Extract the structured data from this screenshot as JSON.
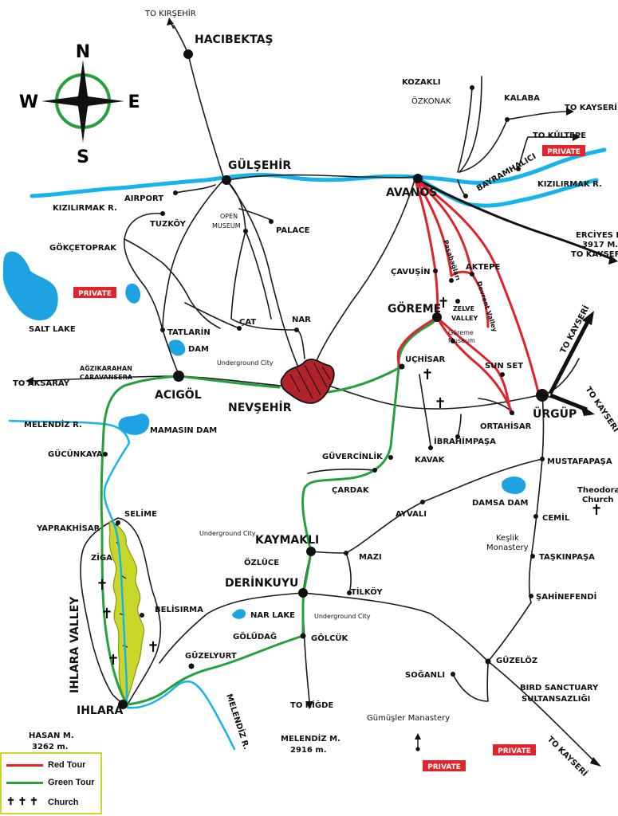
{
  "compass": {
    "n": "N",
    "s": "S",
    "e": "E",
    "w": "W"
  },
  "colors": {
    "red_tour": "#e0222a",
    "green_tour": "#27a03c",
    "river": "#16b4ea",
    "valley": "#c9d62a",
    "city_fill": "#b0232b"
  },
  "labels": {
    "to_kirsehir": "TO KIRŞEHİR",
    "hacibektas": "HACIBEKTAŞ",
    "kozakli": "KOZAKLI",
    "ozkonak": "ÖZKONAK",
    "kalaba": "KALABA",
    "to_kayseri_1": "TO KAYSERİ",
    "to_kultepe": "TO KÜLTEPE",
    "gulsehir": "GÜLŞEHİR",
    "avanos": "AVANOS",
    "bayramhalici": "BAYRAMHALICI",
    "kizilirmak_west": "KIZILIRMAK R.",
    "kizilirmak_east": "KIZILIRMAK R.",
    "airport": "AIRPORT",
    "tuzkoy": "TUZKÖY",
    "open_museum_1": "OPEN",
    "open_museum_2": "MUSEUM",
    "palace": "PALACE",
    "gokcetoprak": "GÖKÇETOPRAK",
    "erciyes_1": "ERCİYES M.",
    "erciyes_2": "3917 M.",
    "to_kayseri_2": "TO KAYSERİ",
    "cavusin": "ÇAVUŞİN",
    "pasabaglari": "Paşabağları",
    "aktepe": "AKTEPE",
    "devrent": "Devrent Valley",
    "zelve_1": "ZELVE",
    "zelve_2": "VALLEY",
    "goreme": "GÖREME",
    "goreme_museum_1": "Göreme",
    "goreme_museum_2": "Museum",
    "salt_lake": "SALT LAKE",
    "tatlarin": "TATLARİN",
    "dam": "DAM",
    "cat": "ÇAT",
    "nar": "NAR",
    "underground_city_1": "Underground City",
    "to_aksaray": "TO AKSARAY",
    "agzikarahan_1": "AĞZIKARAHAN",
    "agzikarahan_2": "CARAVANSERA",
    "acigol": "ACIGÖL",
    "nevsehir": "NEVŞEHİR",
    "uchisar": "UÇHİSAR",
    "sunset": "SUN SET",
    "to_kayseri_3": "TO KAYSERİ",
    "to_kayseri_4": "TO KAYSERİ",
    "urgup": "ÜRGÜP",
    "ortahisar": "ORTAHİSAR",
    "melendiz_1": "MELENDİZ R.",
    "mamasin": "MAMASIN DAM",
    "gucunkaya": "GÜCÜNKAYA",
    "ibrahimpasa": "İBRAHİMPAŞA",
    "kavak": "KAVAK",
    "guvercinlik": "GÜVERCİNLİK",
    "cardak": "ÇARDAK",
    "mustafapasa": "MUSTAFAPAŞA",
    "theodora_1": "Theodora",
    "theodora_2": "Church",
    "damsa": "DAMSA DAM",
    "ayvali": "AYVALI",
    "selime": "SELİME",
    "yaprakhisar": "YAPRAKHİSAR",
    "underground_city_2": "Underground City",
    "kaymakli": "KAYMAKLI",
    "cemil": "CEMİL",
    "keslik_1": "Keşlik",
    "keslik_2": "Monastery",
    "ziga": "ZİGA",
    "ozluce": "ÖZLÜCE",
    "mazi": "MAZI",
    "taskinpasa": "TAŞKINPAŞA",
    "ihlara_valley": "IHLARA VALLEY",
    "derinkuyu": "DERİNKUYU",
    "tilkoy": "TİLKÖY",
    "sahinefendi": "ŞAHİNEFENDİ",
    "belisirma": "BELİSIRMA",
    "nar_lake": "NAR LAKE",
    "underground_city_3": "Underground City",
    "goludag": "GÖLÜDAĞ",
    "golcuk": "GÖLCÜK",
    "guzeloz": "GÜZELÖZ",
    "guzelyurt": "GÜZELYURT",
    "soganli": "SOĞANLI",
    "bird_1": "BIRD SANCTUARY",
    "bird_2": "SULTANSAZLIĞI",
    "ihlara": "IHLARA",
    "melendiz_2": "MELENDİZ R.",
    "to_nigde": "TO NİĞDE",
    "gumusler": "Gümüşler Manastery",
    "hasan_1": "HASAN M.",
    "hasan_2": "3262 m.",
    "melendiz_m_1": "MELENDİZ M.",
    "melendiz_m_2": "2916 m.",
    "to_kayseri_5": "TO KAYSERİ"
  },
  "badges": {
    "private": "PRIVATE"
  },
  "legend": {
    "red_tour": "Red Tour",
    "green_tour": "Green Tour",
    "church": "Church",
    "church_symbol": "✝ ✝ ✝"
  }
}
